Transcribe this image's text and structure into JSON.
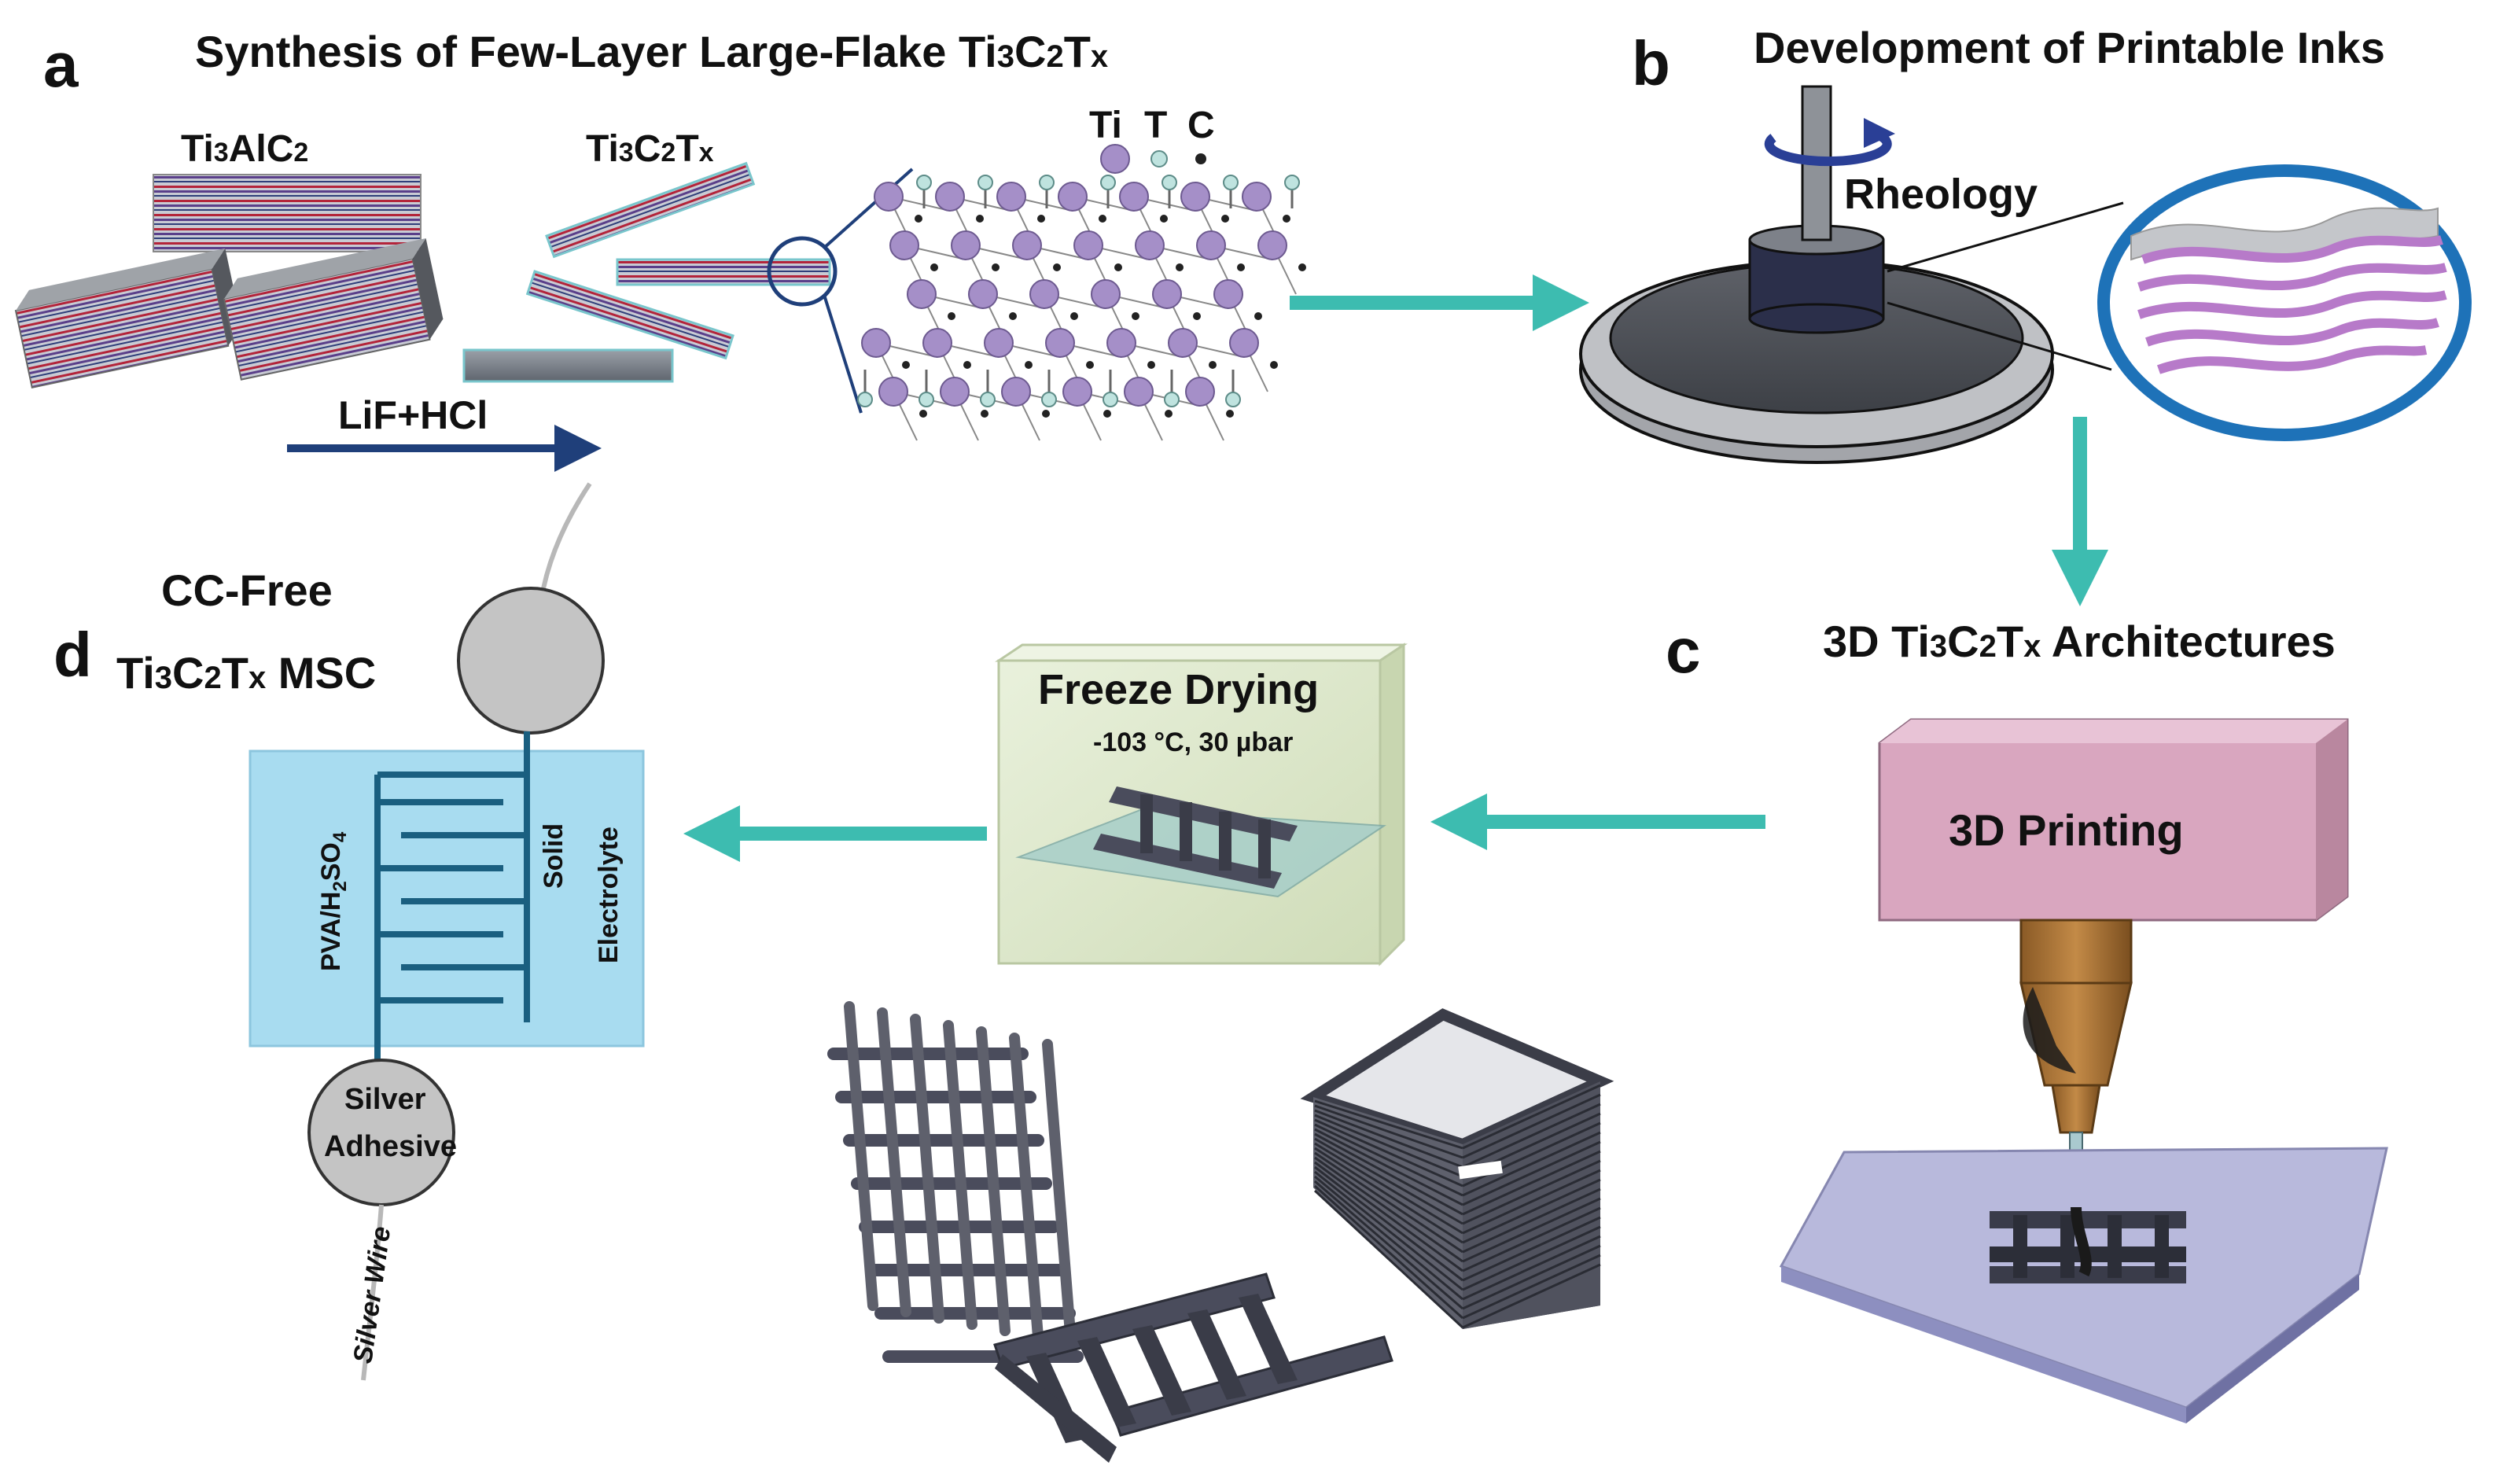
{
  "panel_a": {
    "letter": "a",
    "title_prefix": "Synthesis of Few-Layer Large-Flake Ti",
    "title_s1": "3",
    "title_mid": "C",
    "title_s2": "2",
    "title_end": "T",
    "title_s3": "x",
    "precursor_ti": "Ti",
    "precursor_s1": "3",
    "precursor_al": "AlC",
    "precursor_s2": "2",
    "product_ti": "Ti",
    "product_s1": "3",
    "product_c": "C",
    "product_s2": "2",
    "product_t": "T",
    "product_s3": "x",
    "etchant": "LiF+HCl",
    "legend_ti": "Ti",
    "legend_t": "T",
    "legend_c": "C"
  },
  "panel_b": {
    "letter": "b",
    "title": "Development of Printable Inks",
    "label": "Rheology"
  },
  "panel_c": {
    "letter": "c",
    "title_prefix": "3D Ti",
    "title_s1": "3",
    "title_mid": "C",
    "title_s2": "2",
    "title_t": "T",
    "title_s3": "x",
    "title_end": " Architectures",
    "printer": "3D Printing"
  },
  "freeze": {
    "title": "Freeze Drying",
    "conditions": "-103 °C, 30 µbar"
  },
  "panel_d": {
    "letter": "d",
    "line1": "CC-Free",
    "ti": "Ti",
    "s1": "3",
    "c": "C",
    "s2": "2",
    "t": "T",
    "s3": "x",
    "msc": " MSC",
    "electrolyte_a": "PVA/H",
    "electrolyte_s1": "2",
    "electrolyte_b": "SO",
    "electrolyte_s2": "4",
    "solid": "Solid",
    "electrolyte": "Electrolyte",
    "silver": "Silver",
    "adhesive": "Adhesive",
    "wire": "Silver  Wire"
  },
  "colors": {
    "arrow_teal": "#3dbcb0",
    "arrow_navy": "#1f3f7a",
    "atom_ti": "#a58fc8",
    "atom_t": "#bfe3df",
    "device_bg": "#a8dcf0",
    "device_line": "#1a5f80",
    "printer_box": "#d9a6bf",
    "nozzle": "#b07a3c",
    "zoom_ring": "#1e72b8",
    "printed_part": "#4a4c5c"
  }
}
